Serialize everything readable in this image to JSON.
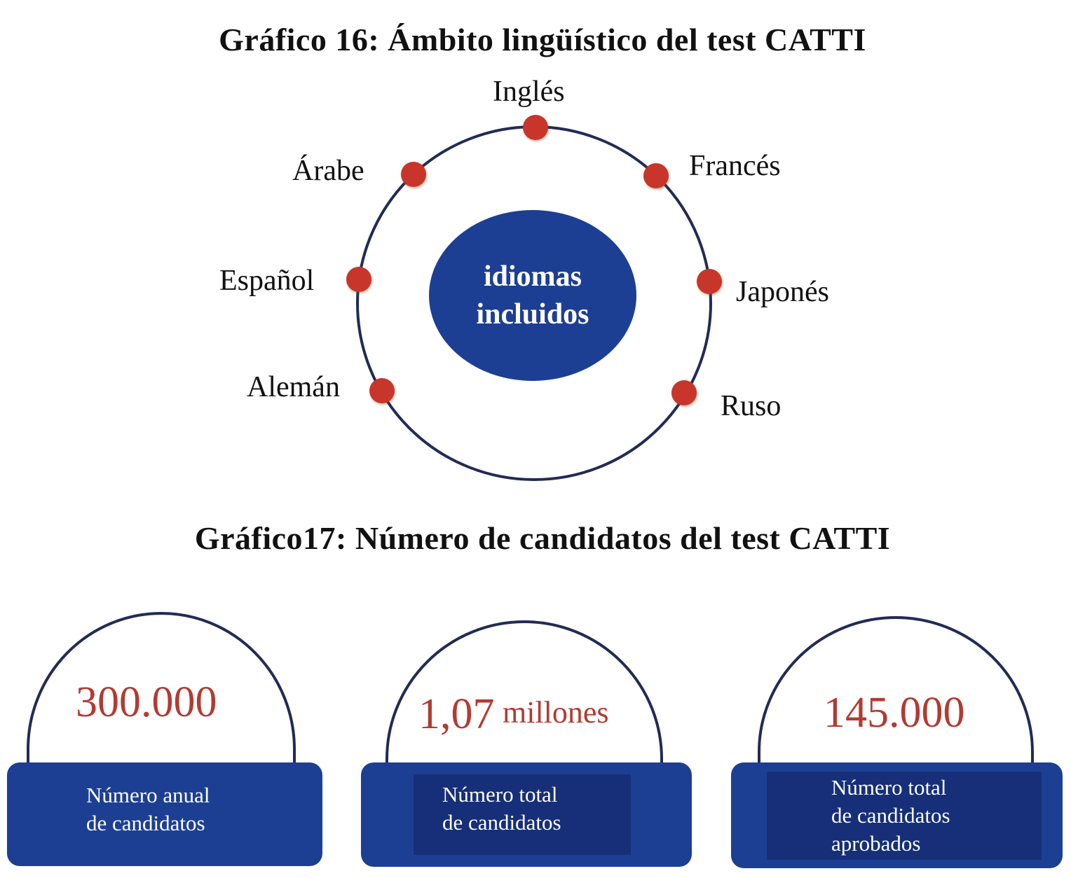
{
  "chart16": {
    "title": "Gráfico 16:  Ámbito lingüístico del test CATTI",
    "center_line1": "idiomas",
    "center_line2": "incluidos",
    "languages": [
      "Inglés",
      "Francés",
      "Japonés",
      "Ruso",
      "Alemán",
      "Español",
      "Árabe"
    ]
  },
  "chart17": {
    "title": "Gráfico17: Número de candidatos del test CATTI",
    "cards": [
      {
        "value": "300.000",
        "unit": "",
        "label_lines": [
          "Número anual",
          "de candidatos"
        ]
      },
      {
        "value": "1,07",
        "unit": "millones",
        "label_lines": [
          "Número total",
          "de candidatos"
        ]
      },
      {
        "value": "145.000",
        "unit": "",
        "label_lines": [
          "Número total",
          "de candidatos",
          "aprobados"
        ]
      }
    ]
  },
  "colors": {
    "navy": "#1d3f93",
    "navy_dark": "#162f78",
    "dot_red": "#c8352c",
    "stat_red": "#b23b32",
    "outline": "#222b55"
  }
}
